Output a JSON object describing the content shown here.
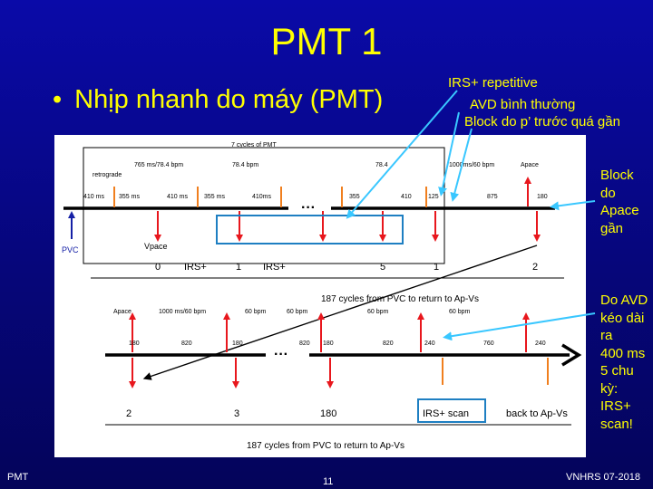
{
  "slide": {
    "title": "PMT 1",
    "bullet": "Nhịp nhanh do máy (PMT)",
    "notes": {
      "irs_repetitive": "IRS+ repetitive",
      "avd_normal": "AVD bình thường",
      "block_p": "Block do p’ trước quá gần",
      "block_apace": [
        "Block",
        "do",
        "Apace",
        "gần"
      ],
      "avd_prolong": [
        "Do AVD",
        "kéo dài",
        "ra",
        "400 ms",
        "5 chu",
        "kỳ:",
        "IRS+",
        "scan!"
      ]
    },
    "footer": {
      "left": "PMT",
      "page": "11",
      "right": "VNHRS 07-2018"
    }
  },
  "figure": {
    "top": {
      "header": "7 cycles of PMT",
      "rates": [
        "765 ms/78.4 bpm",
        "78.4 bpm",
        "78.4",
        "1000ms/60 bpm",
        "Apace"
      ],
      "retrograde": "retrograde",
      "intervals": [
        "410 ms",
        "355 ms",
        "410 ms",
        "355 ms",
        "410ms",
        "355",
        "410",
        "125",
        "875",
        "180"
      ],
      "pvc": "PVC",
      "vpace": "Vpace",
      "bottom": [
        "0",
        "IRS+",
        "1",
        "IRS+",
        "5",
        "1",
        "2"
      ],
      "caption": "187 cycles from PVC to return to Ap-Vs"
    },
    "bottom": {
      "markers": [
        "Apace",
        "1000 ms/60 bpm",
        "60 bpm",
        "60 bpm",
        "60 bpm",
        "60 bpm"
      ],
      "intervals": [
        "180",
        "820",
        "180",
        "820",
        "180",
        "820",
        "240",
        "760",
        "240"
      ],
      "labels": [
        "2",
        "3",
        "180",
        "IRS+ scan",
        "back to Ap-Vs"
      ],
      "caption": "187 cycles from PVC to return to Ap-Vs"
    },
    "colors": {
      "atrial": "#e8171d",
      "ventricular_sense": "#f07f1e",
      "pvc": "#1520a6",
      "highlight": "#1e7fc2"
    }
  }
}
